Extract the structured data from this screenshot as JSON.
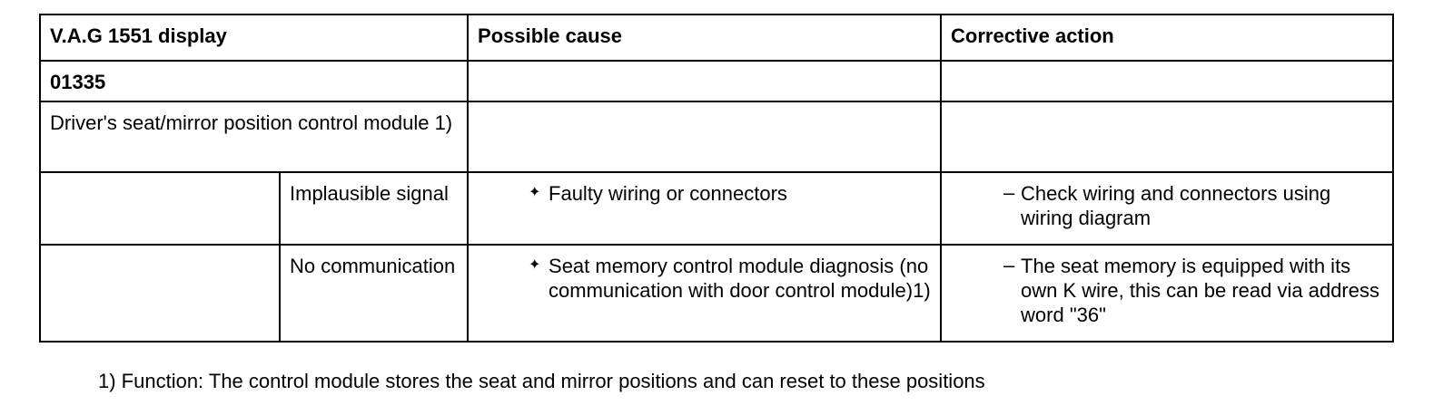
{
  "table": {
    "header": {
      "display": "V.A.G 1551 display",
      "cause": "Possible cause",
      "action": "Corrective action"
    },
    "code": "01335",
    "description": "Driver's seat/mirror position control module 1)",
    "rows": [
      {
        "symptom": "Implausible signal",
        "cause": "Faulty wiring or connectors",
        "action": "Check wiring and connectors using wiring diagram"
      },
      {
        "symptom": "No communication",
        "cause": "Seat memory control module diagnosis (no communication with door control module)1)",
        "action": "The seat memory is equipped with its own K wire, this can be read via address word \"36\""
      }
    ],
    "bullet_glyph": "✦",
    "dash_glyph": "–"
  },
  "footnote": "1) Function: The control module stores the seat and mirror positions and can reset to these positions"
}
